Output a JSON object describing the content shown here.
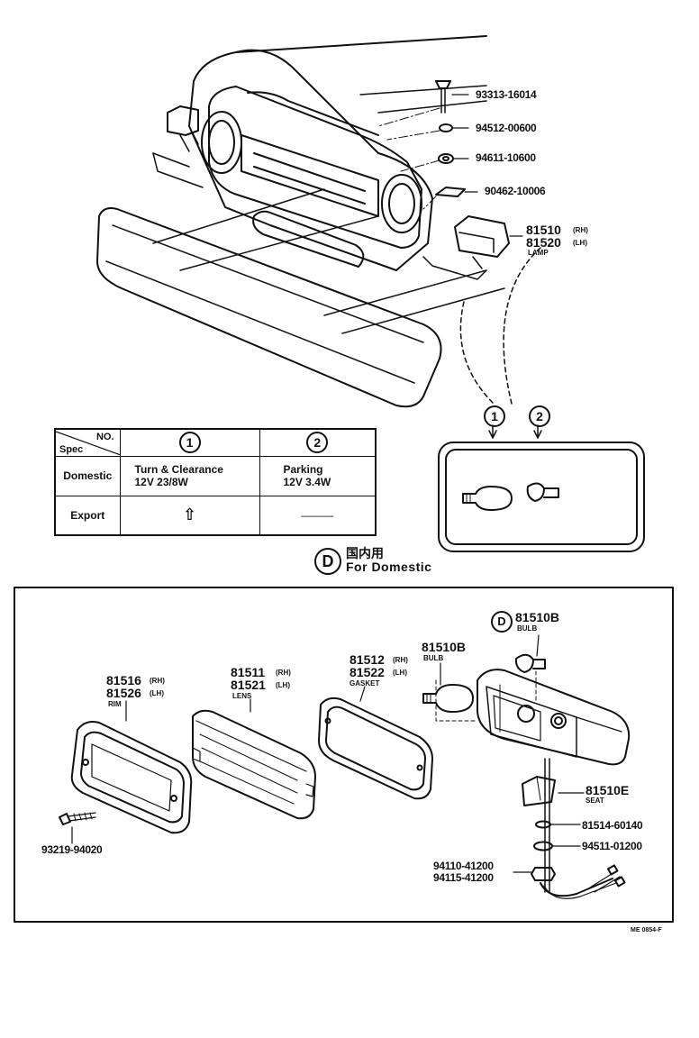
{
  "upper_parts": {
    "bolt": "93313-16014",
    "washer": "94512-00600",
    "nut": "94611-10600",
    "nut_plate": "90462-10006",
    "lamp_rh": "81510",
    "lamp_lh": "81520",
    "lamp_rh_tag": "(RH)",
    "lamp_lh_tag": "(LH)",
    "lamp_label": "LAMP"
  },
  "bulb_markers": {
    "one": "1",
    "two": "2"
  },
  "spec_table": {
    "corner_no": "NO.",
    "corner_spec": "Spec",
    "col1": "1",
    "col2": "2",
    "rows": [
      {
        "label": "Domestic",
        "c1_line1": "Turn & Clearance",
        "c1_line2": "12V 23/8W",
        "c2_line1": "Parking",
        "c2_line2": "12V 3.4W"
      },
      {
        "label": "Export",
        "c1_symbol": "⇧",
        "c2_symbol": "———"
      }
    ]
  },
  "domestic": {
    "letter": "D",
    "japanese": "国内用",
    "english": "For Domestic"
  },
  "lower_parts": {
    "rim_rh": "81516",
    "rim_lh": "81526",
    "rim_rh_tag": "(RH)",
    "rim_lh_tag": "(LH)",
    "rim_label": "RIM",
    "lens_rh": "81511",
    "lens_lh": "81521",
    "lens_rh_tag": "(RH)",
    "lens_lh_tag": "(LH)",
    "lens_label": "LENS",
    "gasket_rh": "81512",
    "gasket_lh": "81522",
    "gasket_rh_tag": "(RH)",
    "gasket_lh_tag": "(LH)",
    "gasket_label": "GASKET",
    "bulb_main": "81510B",
    "bulb_main_label": "BULB",
    "bulb_dom_letter": "D",
    "bulb_dom": "81510B",
    "bulb_dom_label": "BULB",
    "seat": "81510E",
    "seat_label": "SEAT",
    "screw": "93219-94020",
    "washer1": "81514-60140",
    "washer2": "94511-01200",
    "nut1": "94110-41200",
    "nut2": "94115-41200"
  },
  "footer_code": "ME 0854-F"
}
